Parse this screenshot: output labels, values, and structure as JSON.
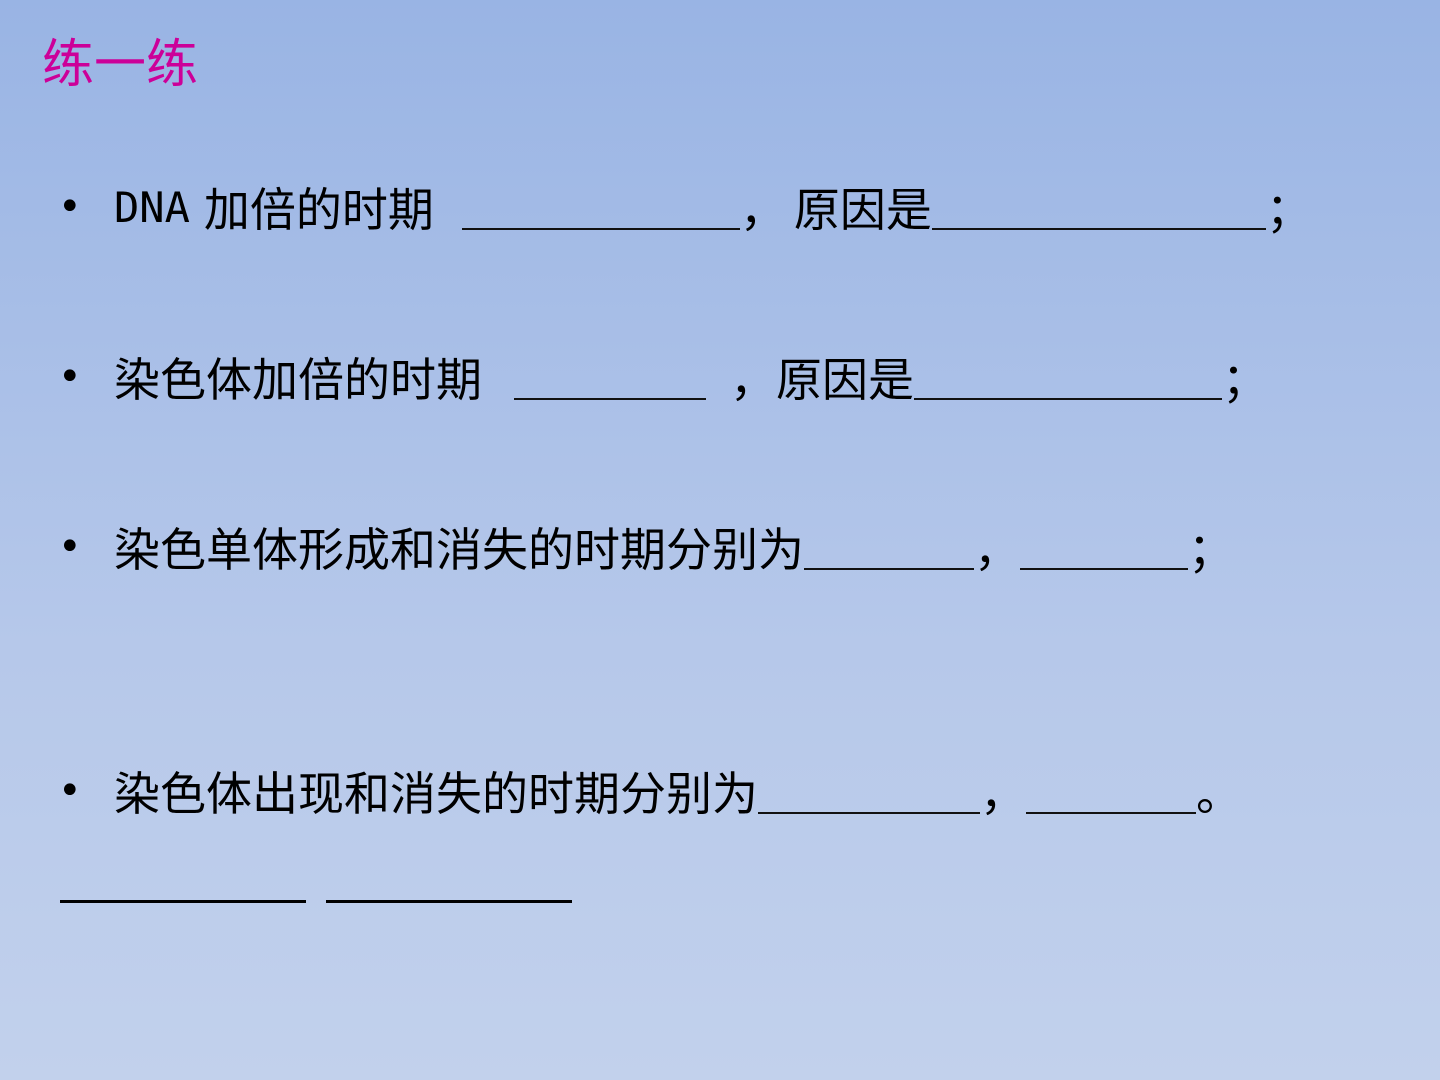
{
  "title": "练一练",
  "items": [
    {
      "prefix": "DNA",
      "text": "加倍的时期",
      "sep": "，",
      "reason_label": "原因是",
      "end": "；"
    },
    {
      "text": "染色体加倍的时期",
      "sep": "，",
      "reason_label": "原因是",
      "end": "；"
    },
    {
      "text": "染色单体形成和消失的时期分别为",
      "sep": "，",
      "end": "；"
    },
    {
      "text": "染色体出现和消失的时期分别为",
      "sep": "，",
      "end": "。"
    }
  ],
  "bullet": "•"
}
